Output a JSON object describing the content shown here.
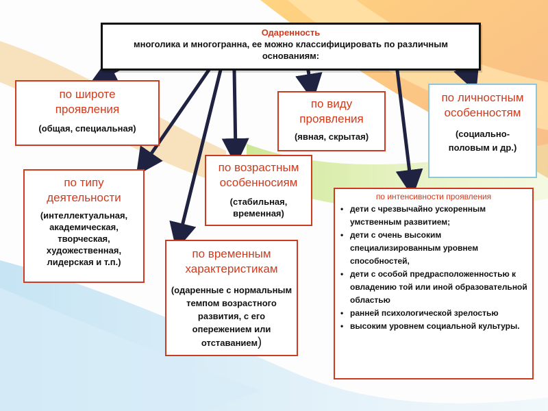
{
  "header": {
    "title": "Одаренность",
    "subtitle": "многолика и многогранна, ее можно классифицировать по различным основаниям:"
  },
  "boxes": {
    "breadth": {
      "title": "по широте проявления",
      "detail": "(общая, специальная)"
    },
    "activity": {
      "title": "по типу деятельности",
      "detail": "(интеллектуальная, академическая, творческая, художественная, лидерская и т.п.)"
    },
    "age": {
      "title": "по возрастным особенносиям",
      "detail": "(стабильная, временная)"
    },
    "temporal": {
      "title": "по временным характеристикам",
      "detail": "(одаренные с нормальным темпом возрастного развития, с его опережением или отставанием",
      "detail_paren": ")"
    },
    "kind": {
      "title": "по виду проявления",
      "detail": "(явная, скрытая)"
    },
    "personal": {
      "title": "по личностным особенностям",
      "detail": "(социально-половым и др.)"
    },
    "intensity": {
      "title": "по интенсивности проявления",
      "items": [
        "дети с чрезвычайно ускоренным умственным развитием;",
        "дети с очень высоким специализированным уровнем способностей,",
        "дети с особой предрасположенностью  к овладению той или иной образовательной областью",
        "ранней психологической зрелостью",
        " высоким уровнем социальной культуры."
      ]
    }
  },
  "colors": {
    "accent_red": "#d23a1c",
    "border_red": "#cc3b1f",
    "border_blue": "#8ec6dd",
    "arrow_navy": "#1f2240",
    "text": "#111111"
  }
}
